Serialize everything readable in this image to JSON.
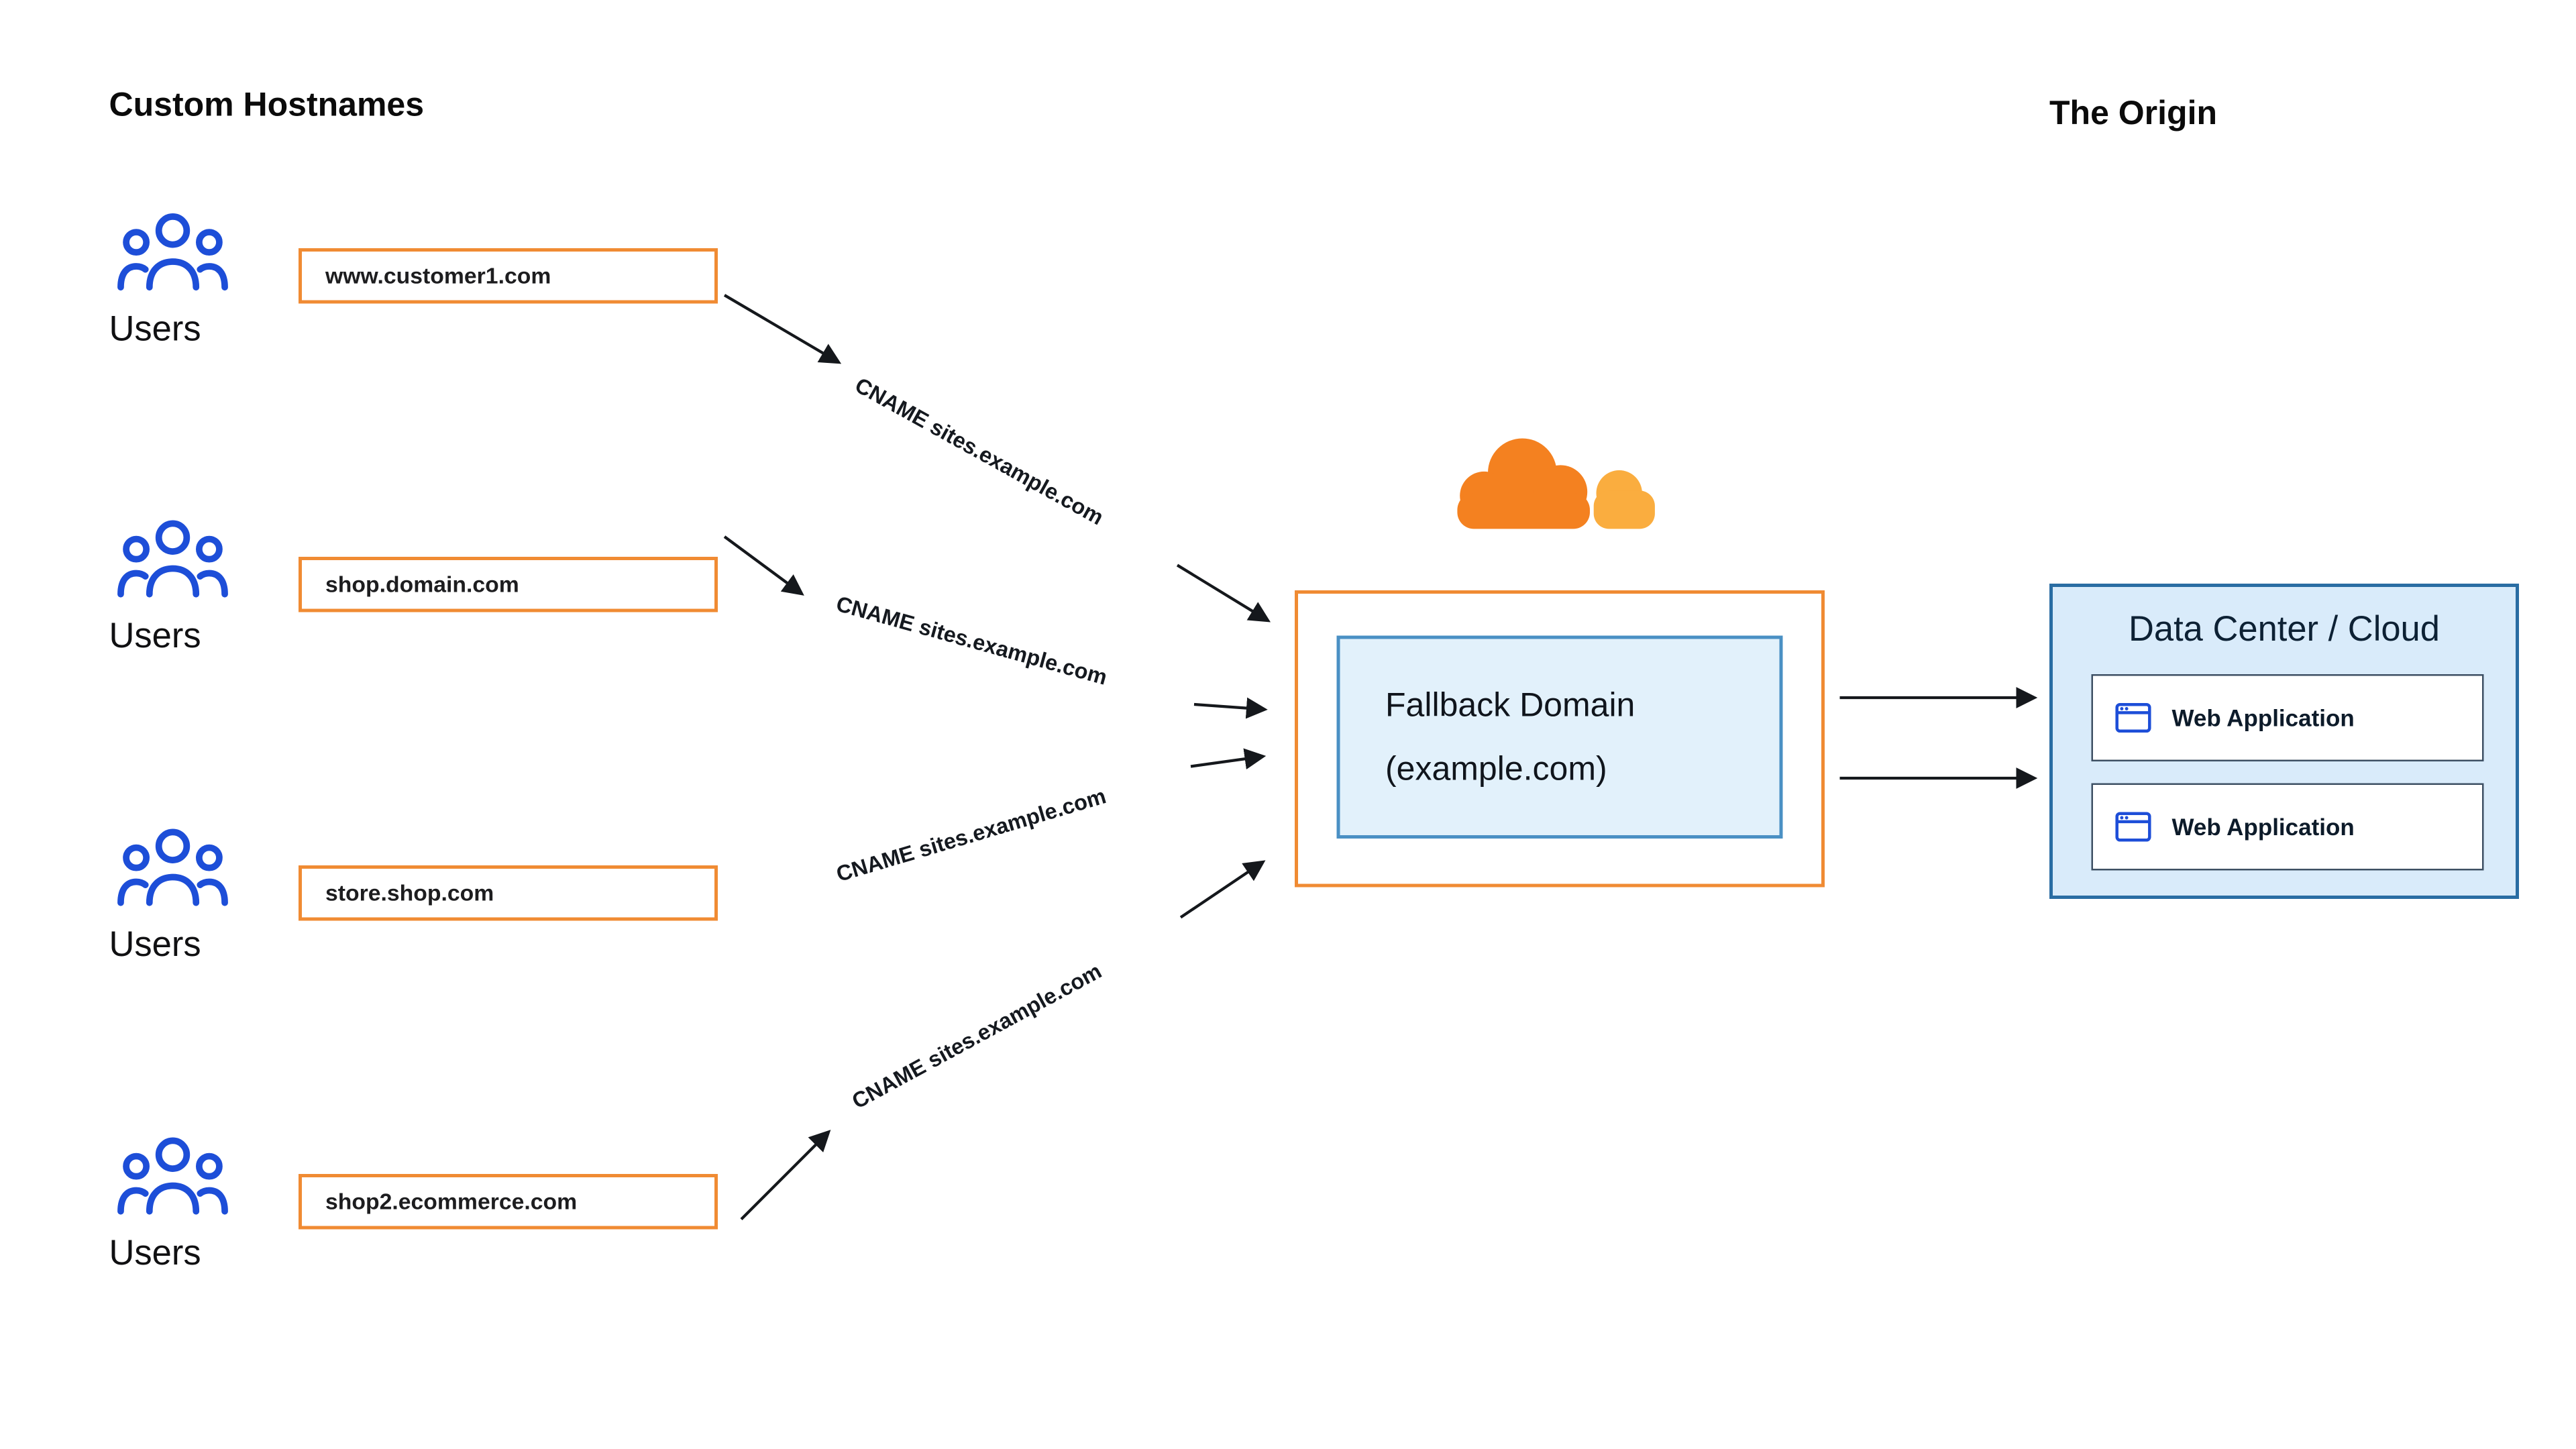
{
  "headings": {
    "left": "Custom Hostnames",
    "right": "The Origin"
  },
  "rows": [
    {
      "users_label": "Users",
      "hostname": "www.customer1.com",
      "cname": "CNAME sites.example.com"
    },
    {
      "users_label": "Users",
      "hostname": "shop.domain.com",
      "cname": "CNAME sites.example.com"
    },
    {
      "users_label": "Users",
      "hostname": "store.shop.com",
      "cname": "CNAME sites.example.com"
    },
    {
      "users_label": "Users",
      "hostname": "shop2.ecommerce.com",
      "cname": "CNAME sites.example.com"
    }
  ],
  "fallback": {
    "line1": "Fallback Domain",
    "line2": "(example.com)"
  },
  "origin": {
    "title": "Data Center / Cloud",
    "applications": [
      {
        "label": "Web Application"
      },
      {
        "label": "Web Application"
      }
    ]
  },
  "icons": {
    "users": "users-group-icon",
    "cloudflare": "cloudflare-cloud-logo",
    "browser": "browser-window-icon",
    "arrow": "black-line-arrow"
  },
  "colors": {
    "accent_orange": "#F08B33",
    "cloudflare_orange": "#F48120",
    "cloudflare_light_orange": "#FAAD3F",
    "icon_blue": "#1D4ED8",
    "fallback_box_bg": "#E2F1FB",
    "fallback_box_border": "#4A90C4",
    "origin_box_bg": "#D9EBFA",
    "origin_box_border": "#2A6DA3",
    "arrow_black": "#15181C"
  }
}
